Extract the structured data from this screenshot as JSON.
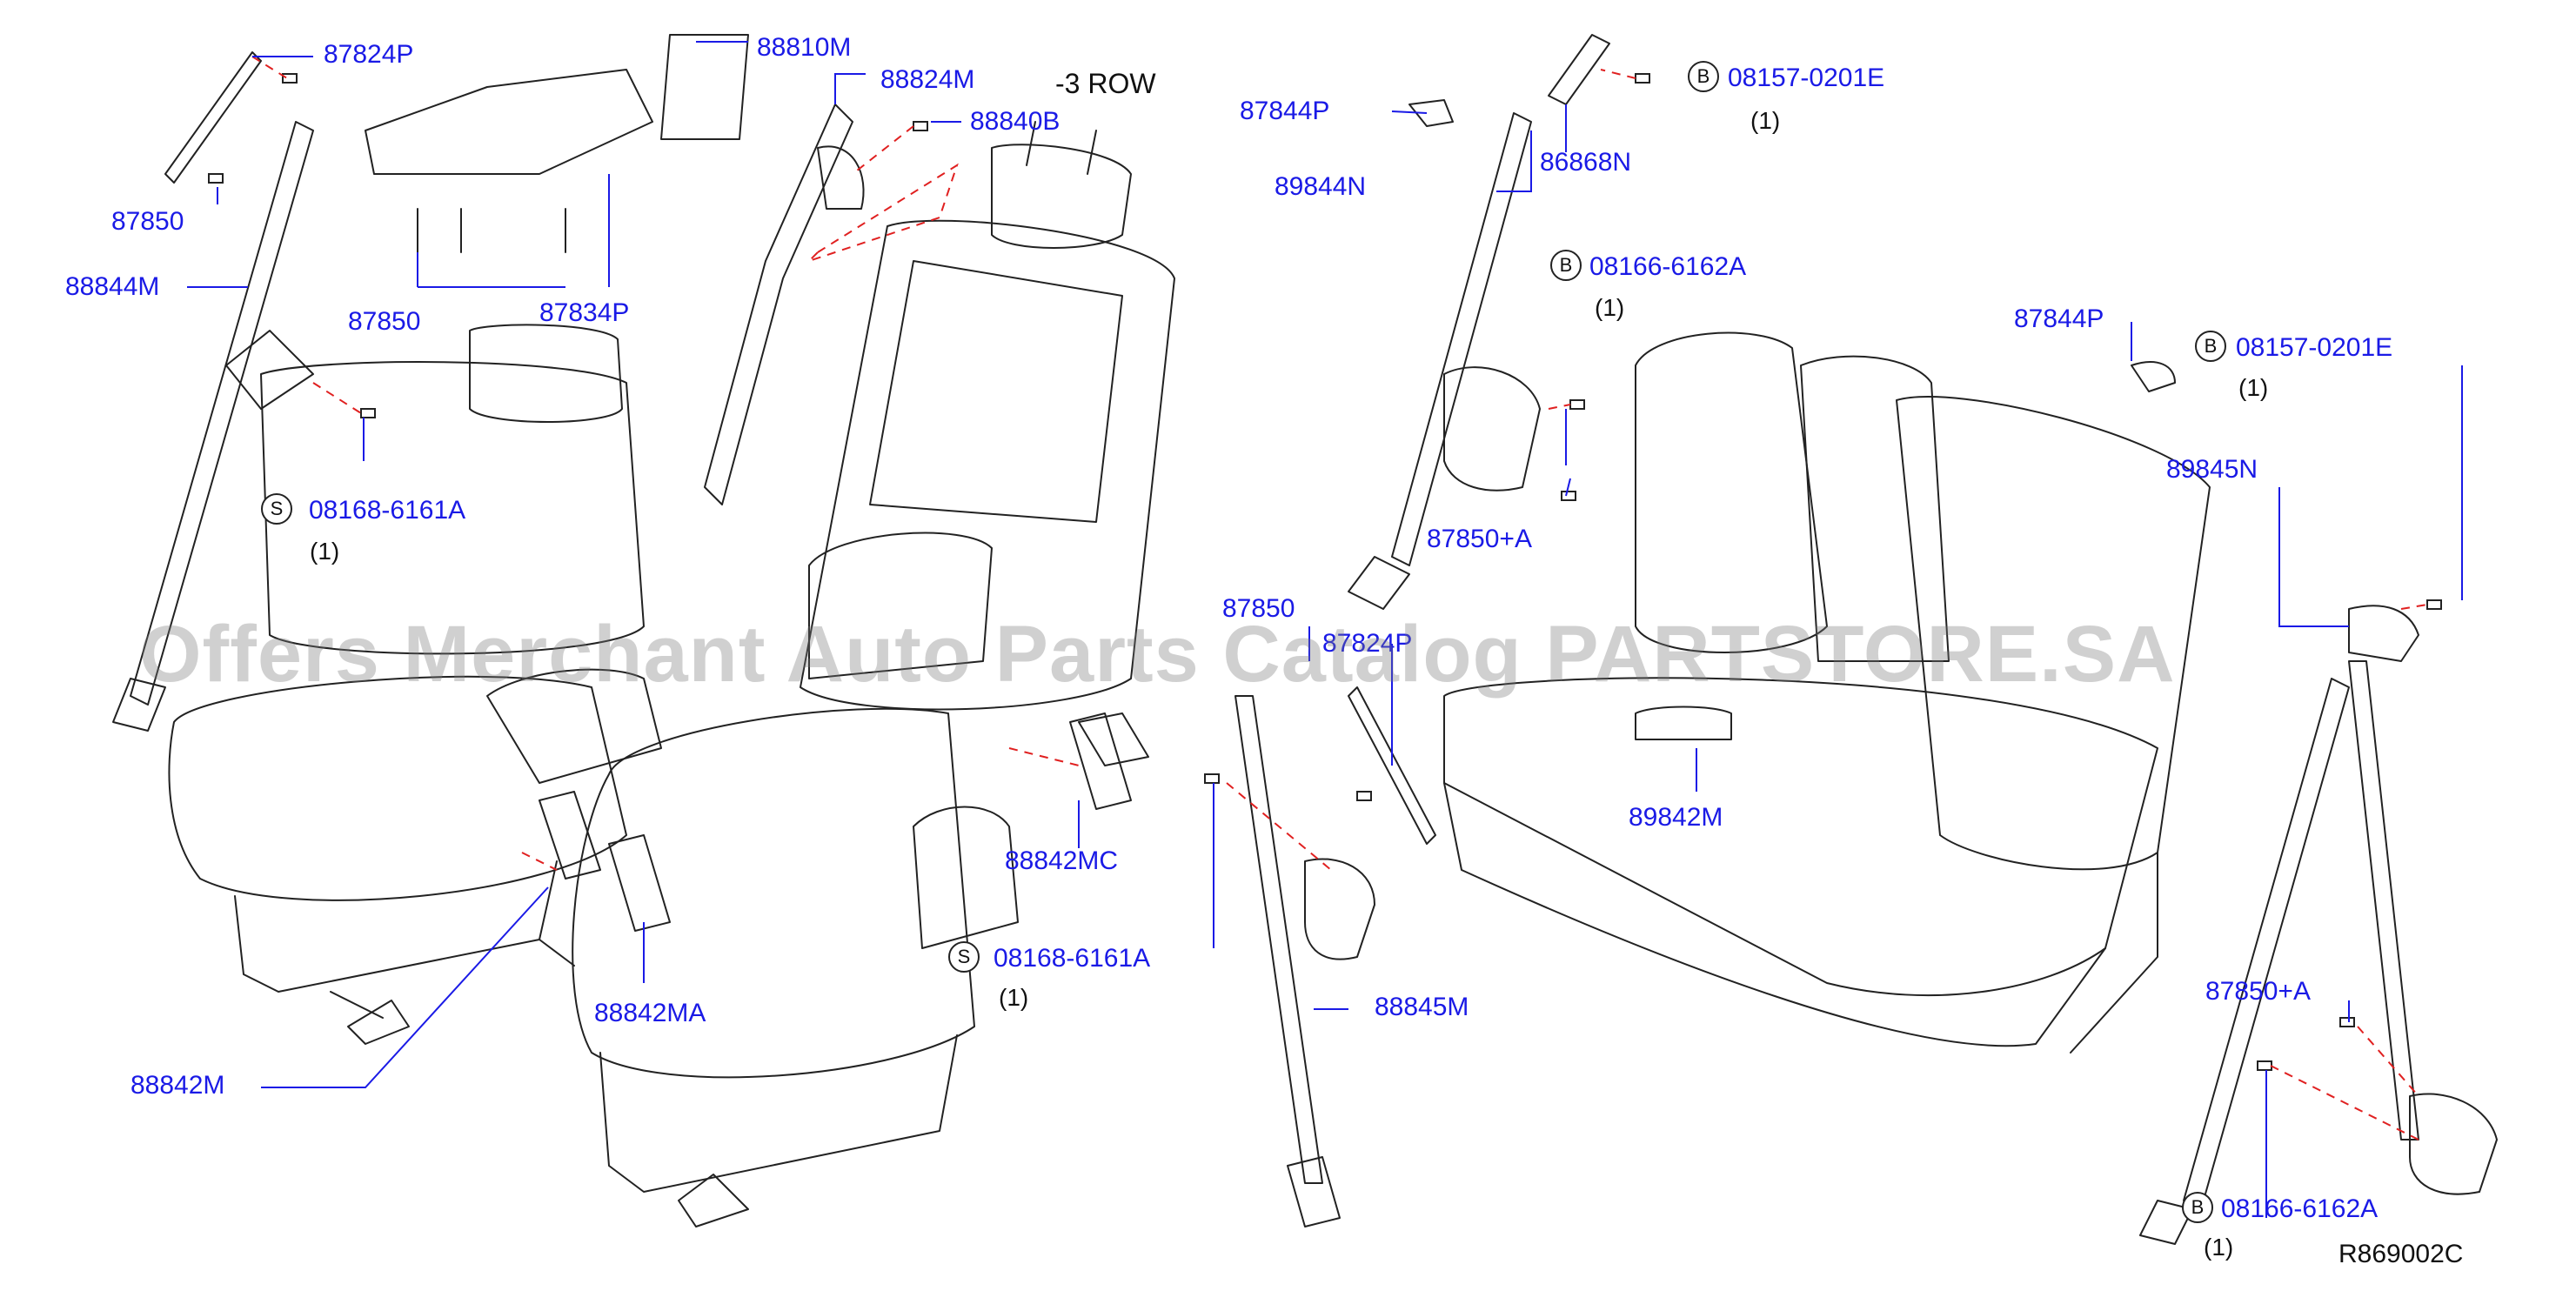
{
  "diagram_code": "R869002C",
  "row_note": "-3  ROW",
  "watermark": "Offers Merchant Auto Parts Catalog PARTSTORE.SA",
  "colors": {
    "label": "#1a1ae6",
    "line": "#1a1ae6",
    "dash": "#e02020",
    "drawing": "#222222"
  },
  "part_labels": [
    {
      "id": "l01",
      "text": "87824P"
    },
    {
      "id": "l02",
      "text": "87850"
    },
    {
      "id": "l03",
      "text": "88844M"
    },
    {
      "id": "l04",
      "text": "87850"
    },
    {
      "id": "l05",
      "text": "87834P"
    },
    {
      "id": "l06",
      "text": "88810M"
    },
    {
      "id": "l07",
      "text": "88824M"
    },
    {
      "id": "l08",
      "text": "88840B"
    },
    {
      "id": "l09",
      "text": "08168-6161A"
    },
    {
      "id": "l10",
      "text": "88842MA"
    },
    {
      "id": "l11",
      "text": "88842M"
    },
    {
      "id": "l12",
      "text": "88842MC"
    },
    {
      "id": "l13",
      "text": "08168-6161A"
    },
    {
      "id": "l14",
      "text": "87844P"
    },
    {
      "id": "l15",
      "text": "89844N"
    },
    {
      "id": "l16",
      "text": "86868N"
    },
    {
      "id": "l17",
      "text": "08157-0201E"
    },
    {
      "id": "l18",
      "text": "08166-6162A"
    },
    {
      "id": "l19",
      "text": "87850+A"
    },
    {
      "id": "l20",
      "text": "87850"
    },
    {
      "id": "l21",
      "text": "87824P"
    },
    {
      "id": "l22",
      "text": "88845M"
    },
    {
      "id": "l23",
      "text": "89842M"
    },
    {
      "id": "l24",
      "text": "87844P"
    },
    {
      "id": "l25",
      "text": "08157-0201E"
    },
    {
      "id": "l26",
      "text": "89845N"
    },
    {
      "id": "l27",
      "text": "87850+A"
    },
    {
      "id": "l28",
      "text": "08166-6162A"
    }
  ],
  "badges": [
    {
      "id": "b1",
      "letter": "S"
    },
    {
      "id": "b2",
      "letter": "S"
    },
    {
      "id": "b3",
      "letter": "B"
    },
    {
      "id": "b4",
      "letter": "B"
    },
    {
      "id": "b5",
      "letter": "B"
    },
    {
      "id": "b6",
      "letter": "B"
    }
  ],
  "quantities": [
    {
      "id": "q1",
      "text": "(1)"
    },
    {
      "id": "q2",
      "text": "(1)"
    },
    {
      "id": "q3",
      "text": "(1)"
    },
    {
      "id": "q4",
      "text": "(1)"
    },
    {
      "id": "q5",
      "text": "(1)"
    },
    {
      "id": "q6",
      "text": "(1)"
    }
  ]
}
